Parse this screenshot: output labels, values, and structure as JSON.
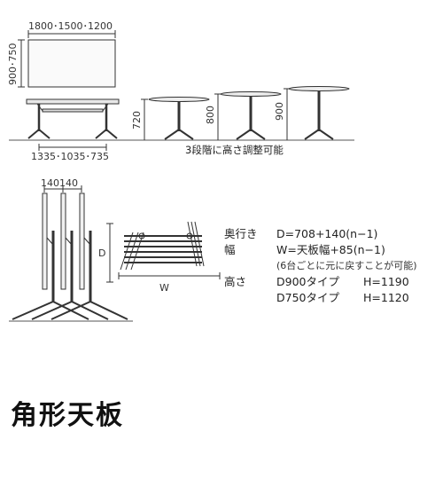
{
  "plan": {
    "width_label": "1800･1500･1200",
    "depth_label": "900･750",
    "leg_span_label": "1335･1035･735"
  },
  "heights": {
    "h720": "720",
    "h800": "800",
    "h900": "900",
    "adjust_note": "3段階に高さ調整可能"
  },
  "folded": {
    "spacing_label": "140140"
  },
  "stacked": {
    "depth_axis": "D",
    "width_axis": "W"
  },
  "spec": {
    "depth_label": "奥行き",
    "depth_formula": "D=708+140(n−1)",
    "width_label": "幅",
    "width_formula": "W=天板幅+85(n−1)",
    "width_note": "(6台ごとに元に戻すことが可能)",
    "height_label": "高さ",
    "d900_type": "D900タイプ",
    "d900_value": "H=1190",
    "d750_type": "D750タイプ",
    "d750_value": "H=1120"
  },
  "title": "角形天板"
}
